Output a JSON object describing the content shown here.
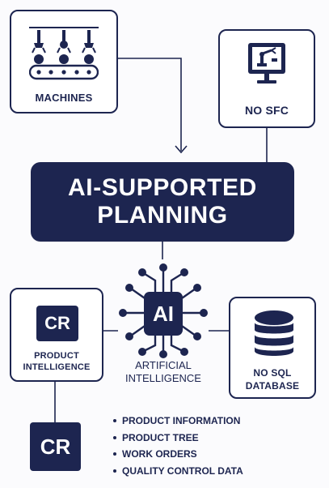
{
  "diagram": {
    "machines": {
      "label": "MACHINES",
      "icon": "machines-conveyor-icon"
    },
    "no_sfc": {
      "label": "NO SFC",
      "icon": "computer-robot-arm-icon"
    },
    "planning": {
      "line1": "AI-SUPPORTED",
      "line2": "PLANNING"
    },
    "product_intelligence": {
      "badge": "CR",
      "label": "PRODUCT INTELLIGENCE"
    },
    "artificial_intelligence": {
      "badge": "AI",
      "label": "ARTIFICIAL INTELLIGENCE",
      "icon": "ai-chip-network-icon"
    },
    "nosql": {
      "label": "NO SQL DATABASE",
      "icon": "database-icon"
    },
    "cr_logo": {
      "text": "CR"
    },
    "data_items": [
      "PRODUCT INFORMATION",
      "PRODUCT TREE",
      "WORK ORDERS",
      "QUALITY CONTROL DATA"
    ]
  },
  "colors": {
    "navy": "#1d2550",
    "white": "#ffffff",
    "background": "#fbfbfd"
  }
}
